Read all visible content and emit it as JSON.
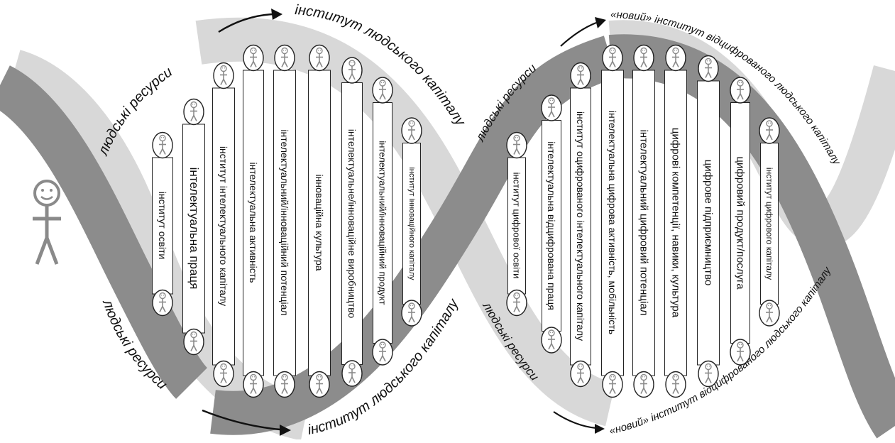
{
  "colors": {
    "ribbon_light": "#d8d8d8",
    "ribbon_dark": "#8c8c8c",
    "figure": "#8a8a8a",
    "outline": "#222222",
    "arrow": "#111111"
  },
  "labels": {
    "ribbon_top_left": "людські ресурси",
    "ribbon_top_mid": "інститут людського капіталу",
    "ribbon_bottom_left": "людські ресурси",
    "ribbon_bottom_mid": "інститут людського капіталу",
    "ribbon_top_right_a": "людські ресурси",
    "ribbon_top_right_b": "«новий» інститут відцифрованого людського капіталу",
    "ribbon_bottom_right_a": "людські ресурси",
    "ribbon_bottom_right_b": "«новий» інститут відцифрованого людського капіталу"
  },
  "icons": {
    "person_figure": "stick-figure-icon",
    "arrow": "curved-arrow-icon"
  },
  "rungs_left": [
    "інститут освіти",
    "інтелектуальна праця",
    "інститут інтелектуального капіталу",
    "інтелектуальна активність",
    "інтелектуальний/інноваційний потенціал",
    "інноваційна культура",
    "інтелектуальне/інноваційне виробництво",
    "інтелектуальний/інноваційний продукт",
    "інститут інноваційного капіталу"
  ],
  "rungs_right": [
    "інститут цифрової освіти",
    "інтелектуальна відцифрована праця",
    "інститут оцифрованого інтелектуального капіталу",
    "інтелектуальна цифрова активність, мобільність",
    "інтелектуальний цифровий потенціал",
    "цифрові компетенції, навики, культура",
    "цифрове підприємництво",
    "цифровий продукт/послуга",
    "інститут цифрового капіталу"
  ]
}
